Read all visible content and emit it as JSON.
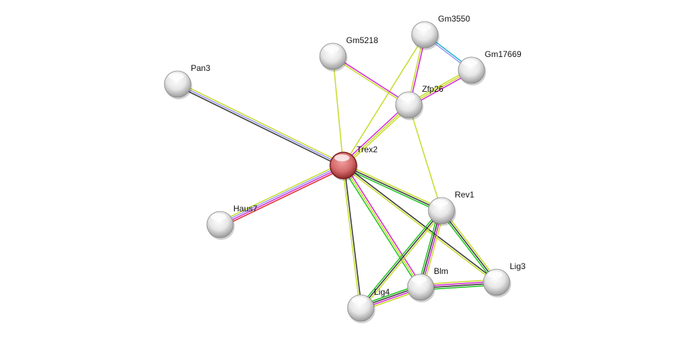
{
  "network": {
    "nodes": [
      {
        "id": "Trex2",
        "label": "Trex2",
        "query": true
      },
      {
        "id": "Pan3",
        "label": "Pan3"
      },
      {
        "id": "Haus7",
        "label": "Haus7"
      },
      {
        "id": "Gm5218",
        "label": "Gm5218"
      },
      {
        "id": "Gm3550",
        "label": "Gm3550"
      },
      {
        "id": "Gm17669",
        "label": "Gm17669"
      },
      {
        "id": "Zfp26",
        "label": "Zfp26"
      },
      {
        "id": "Rev1",
        "label": "Rev1"
      },
      {
        "id": "Lig3",
        "label": "Lig3"
      },
      {
        "id": "Blm",
        "label": "Blm"
      },
      {
        "id": "Lig4",
        "label": "Lig4"
      }
    ],
    "colors": {
      "textmining": "#c8dc30",
      "coexpression": "#3a3a3a",
      "experiments": "#d52bd5",
      "databases": "#2ab4d4",
      "homology": "#9a9af5",
      "fusion": "#e03030",
      "neighborhood": "#25c425"
    },
    "edges": [
      {
        "source": "Trex2",
        "target": "Pan3",
        "evidence": [
          "coexpression",
          "homology",
          "textmining"
        ]
      },
      {
        "source": "Trex2",
        "target": "Haus7",
        "evidence": [
          "fusion",
          "experiments",
          "homology",
          "textmining"
        ]
      },
      {
        "source": "Trex2",
        "target": "Gm5218",
        "evidence": [
          "textmining"
        ]
      },
      {
        "source": "Trex2",
        "target": "Gm3550",
        "evidence": [
          "textmining"
        ]
      },
      {
        "source": "Trex2",
        "target": "Zfp26",
        "evidence": [
          "experiments",
          "textmining",
          "textmining"
        ]
      },
      {
        "source": "Trex2",
        "target": "Rev1",
        "evidence": [
          "textmining",
          "coexpression",
          "neighborhood"
        ]
      },
      {
        "source": "Trex2",
        "target": "Lig3",
        "evidence": [
          "coexpression",
          "textmining"
        ]
      },
      {
        "source": "Trex2",
        "target": "Blm",
        "evidence": [
          "experiments",
          "textmining",
          "neighborhood"
        ]
      },
      {
        "source": "Trex2",
        "target": "Lig4",
        "evidence": [
          "coexpression",
          "textmining"
        ]
      },
      {
        "source": "Gm5218",
        "target": "Zfp26",
        "evidence": [
          "experiments",
          "textmining"
        ]
      },
      {
        "source": "Gm3550",
        "target": "Zfp26",
        "evidence": [
          "experiments",
          "textmining"
        ]
      },
      {
        "source": "Gm3550",
        "target": "Gm17669",
        "evidence": [
          "databases",
          "homology"
        ]
      },
      {
        "source": "Gm17669",
        "target": "Zfp26",
        "evidence": [
          "experiments",
          "textmining",
          "textmining"
        ]
      },
      {
        "source": "Zfp26",
        "target": "Rev1",
        "evidence": [
          "textmining"
        ]
      },
      {
        "source": "Rev1",
        "target": "Lig4",
        "evidence": [
          "textmining",
          "coexpression",
          "neighborhood"
        ]
      },
      {
        "source": "Rev1",
        "target": "Blm",
        "evidence": [
          "textmining",
          "experiments",
          "coexpression",
          "neighborhood"
        ]
      },
      {
        "source": "Rev1",
        "target": "Lig3",
        "evidence": [
          "textmining",
          "coexpression",
          "neighborhood"
        ]
      },
      {
        "source": "Blm",
        "target": "Lig3",
        "evidence": [
          "textmining",
          "experiments",
          "coexpression",
          "neighborhood"
        ]
      },
      {
        "source": "Blm",
        "target": "Lig4",
        "evidence": [
          "textmining",
          "experiments",
          "coexpression",
          "neighborhood"
        ]
      }
    ]
  }
}
